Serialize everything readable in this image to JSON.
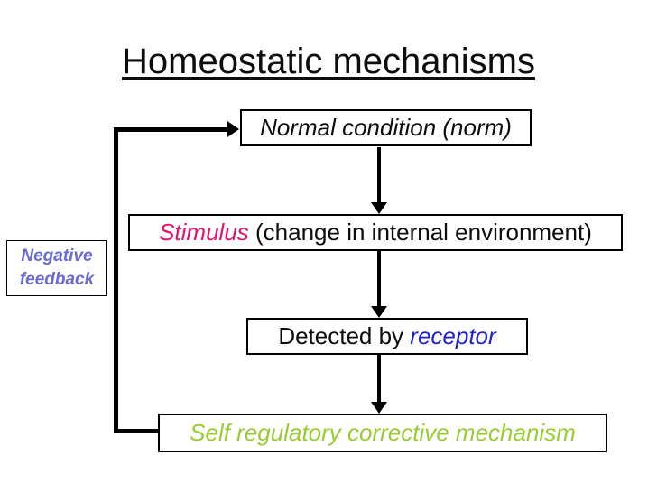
{
  "slide": {
    "title": "Homeostatic mechanisms"
  },
  "boxes": {
    "normal": {
      "label": "Normal condition (norm)"
    },
    "stimulus": {
      "highlight": "Stimulus",
      "rest": " (change in internal environment)"
    },
    "detected": {
      "prefix": "Detected by ",
      "highlight": "receptor"
    },
    "corrective": {
      "label": "Self regulatory corrective mechanism"
    }
  },
  "labels": {
    "negative_feedback": {
      "line1": "Negative",
      "line2": "feedback"
    }
  },
  "icons": {
    "flow_arrows": "arrow-down-icon",
    "feedback_arrow": "arrow-right-icon"
  },
  "colors": {
    "stimulus_pink": "#e0146e",
    "receptor_blue": "#2222cc",
    "feedback_periwinkle": "#6a6ad0",
    "corrective_green": "#99cc33",
    "line_black": "#000000",
    "text_black": "#0d0d0d"
  }
}
